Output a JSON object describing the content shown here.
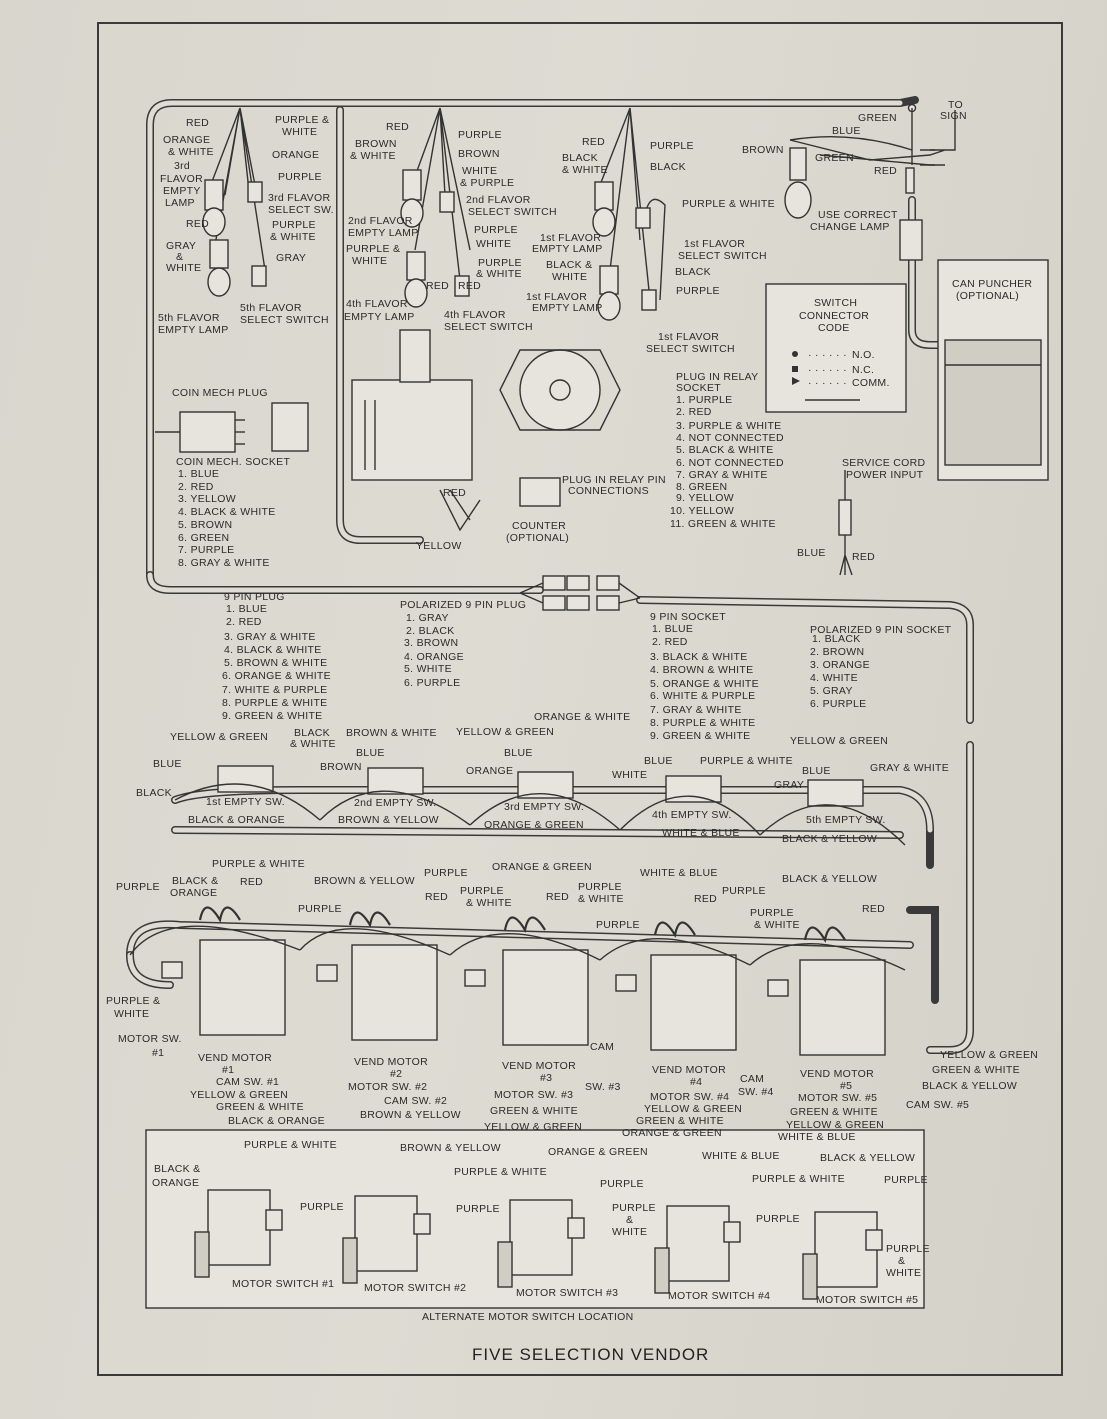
{
  "title": "FIVE SELECTION VENDOR",
  "sign": {
    "to_sign": [
      "TO",
      "SIGN"
    ],
    "green": "GREEN",
    "blue": "BLUE",
    "brown": "BROWN",
    "red": "RED",
    "lamp": [
      "USE CORRECT",
      "CHANGE LAMP"
    ]
  },
  "flavors": [
    {
      "lamp": [
        "1st FLAVOR",
        "EMPTY LAMP"
      ],
      "switch": [
        "1st FLAVOR",
        "SELECT SWITCH"
      ],
      "wires": [
        "RED",
        "BLACK & WHITE",
        "PURPLE",
        "BLACK",
        "PURPLE & WHITE",
        "BLACK & WHITE",
        "BLACK",
        "PURPLE"
      ]
    },
    {
      "lamp": [
        "2nd FLAVOR",
        "EMPTY LAMP"
      ],
      "switch": [
        "2nd FLAVOR",
        "SELECT SWITCH"
      ],
      "wires": [
        "RED",
        "BROWN & WHITE",
        "PURPLE",
        "BROWN",
        "WHITE & PURPLE",
        "PURPLE & WHITE",
        "WHITE",
        "PURPLE & WHITE"
      ]
    },
    {
      "lamp": [
        "3rd FLAVOR",
        "EMPTY LAMP"
      ],
      "switch": [
        "3rd FLAVOR",
        "SELECT SW."
      ],
      "wires": [
        "RED",
        "ORANGE & WHITE",
        "PURPLE & WHITE",
        "ORANGE",
        "PURPLE"
      ]
    },
    {
      "lamp": [
        "4th FLAVOR",
        "EMPTY LAMP"
      ],
      "switch": [
        "4th FLAVOR",
        "SELECT SWITCH"
      ],
      "wires": []
    },
    {
      "lamp": [
        "5th FLAVOR",
        "EMPTY LAMP"
      ],
      "switch": [
        "5th FLAVOR",
        "SELECT SWITCH"
      ],
      "wires": [
        "RED",
        "GRAY & WHITE",
        "PURPLE & WHITE",
        "GRAY"
      ]
    }
  ],
  "can_puncher": [
    "CAN PUNCHER",
    "(OPTIONAL)"
  ],
  "switch_code": {
    "title": [
      "SWITCH",
      "CONNECTOR",
      "CODE"
    ],
    "items": [
      "N.O.",
      "N.C.",
      "COMM."
    ]
  },
  "coin_mech": {
    "plug": "COIN MECH PLUG",
    "socket_title": "COIN MECH. SOCKET",
    "pins": [
      "1.  BLUE",
      "2.  RED",
      "3.  YELLOW",
      "4.  BLACK & WHITE",
      "5.  BROWN",
      "6.  GREEN",
      "7.  PURPLE",
      "8.  GRAY & WHITE"
    ]
  },
  "relay": {
    "socket_title": [
      "PLUG IN RELAY",
      "SOCKET"
    ],
    "pins": [
      "1.  PURPLE",
      "2.  RED",
      "3.  PURPLE & WHITE",
      "4.  NOT CONNECTED",
      "5.  BLACK & WHITE",
      "6.  NOT CONNECTED",
      "7.  GRAY & WHITE",
      "8.  GREEN",
      "9.  YELLOW",
      "10.  YELLOW",
      "11.  GREEN & WHITE"
    ],
    "pin_conn": [
      "PLUG IN RELAY PIN",
      "CONNECTIONS"
    ],
    "counter": [
      "COUNTER",
      "(OPTIONAL)"
    ],
    "red": "RED",
    "yellow": "YELLOW"
  },
  "service": {
    "title": [
      "SERVICE CORD",
      "POWER INPUT"
    ],
    "blue": "BLUE",
    "red": "RED"
  },
  "plugs": [
    {
      "title": "9 PIN PLUG",
      "pins": [
        "1.  BLUE",
        "2.  RED",
        "3.  GRAY & WHITE",
        "4.  BLACK & WHITE",
        "5.  BROWN & WHITE",
        "6.  ORANGE & WHITE",
        "7.  WHITE & PURPLE",
        "8.  PURPLE & WHITE",
        "9.  GREEN & WHITE"
      ]
    },
    {
      "title": "POLARIZED 9 PIN PLUG",
      "pins": [
        "1.  GRAY",
        "2.  BLACK",
        "3.  BROWN",
        "4.  ORANGE",
        "5.  WHITE",
        "6.  PURPLE"
      ]
    },
    {
      "title": "9 PIN SOCKET",
      "pins": [
        "1.  BLUE",
        "2.  RED",
        "3.  BLACK & WHITE",
        "4.  BROWN & WHITE",
        "5.  ORANGE & WHITE",
        "6.  WHITE & PURPLE",
        "7.  GRAY & WHITE",
        "8.  PURPLE & WHITE",
        "9.  GREEN & WHITE"
      ]
    },
    {
      "title": "POLARIZED 9 PIN SOCKET",
      "pins": [
        "1.  BLACK",
        "2.  BROWN",
        "3.  ORANGE",
        "4.  WHITE",
        "5.  GRAY",
        "6.  PURPLE"
      ]
    }
  ],
  "empty_switches": [
    {
      "label": "1st EMPTY SW.",
      "top": [
        "YELLOW & GREEN",
        "BLACK",
        "& WHITE",
        "BLUE",
        "BLACK"
      ],
      "bottom": "BLACK & ORANGE"
    },
    {
      "label": "2nd EMPTY SW.",
      "top": [
        "BROWN & WHITE",
        "BLUE",
        "BROWN"
      ],
      "bottom": "BROWN & YELLOW"
    },
    {
      "label": "3rd EMPTY SW.",
      "top": [
        "YELLOW & GREEN",
        "BLUE",
        "ORANGE",
        "ORANGE & WHITE"
      ],
      "bottom": "ORANGE & GREEN"
    },
    {
      "label": "4th EMPTY SW.",
      "top": [
        "BLUE",
        "WHITE",
        "PURPLE & WHITE"
      ],
      "bottom": "WHITE & BLUE"
    },
    {
      "label": "5th EMPTY SW.",
      "top": [
        "YELLOW & GREEN",
        "BLUE",
        "GRAY",
        "GRAY & WHITE"
      ],
      "bottom": "BLACK & YELLOW"
    }
  ],
  "motors": [
    {
      "motor": [
        "VEND MOTOR",
        "#1"
      ],
      "motor_sw": [
        "MOTOR SW.",
        "#1"
      ],
      "cam": "CAM SW. #1",
      "wires": [
        "PURPLE",
        "BLACK &",
        "ORANGE",
        "PURPLE & WHITE",
        "RED",
        "PURPLE &",
        "WHITE",
        "YELLOW & GREEN",
        "GREEN & WHITE",
        "BLACK & ORANGE"
      ]
    },
    {
      "motor": [
        "VEND MOTOR",
        "#2"
      ],
      "motor_sw": "MOTOR SW. #2",
      "cam": "CAM SW. #2",
      "wires": [
        "BROWN & YELLOW",
        "PURPLE",
        "RED",
        "BROWN & YELLOW"
      ]
    },
    {
      "motor": [
        "VEND MOTOR",
        "#3"
      ],
      "motor_sw": "MOTOR SW. #3",
      "cam": [
        "CAM",
        "SW. #3"
      ],
      "wires": [
        "PURPLE",
        "PURPLE",
        "& WHITE",
        "ORANGE & GREEN",
        "RED",
        "GREEN & WHITE",
        "YELLOW & GREEN"
      ]
    },
    {
      "motor": [
        "VEND MOTOR",
        "#4"
      ],
      "motor_sw": "MOTOR SW. #4",
      "cam": [
        "CAM",
        "SW. #4"
      ],
      "wires": [
        "PURPLE",
        "& WHITE",
        "WHITE & BLUE",
        "RED",
        "PURPLE",
        "YELLOW & GREEN",
        "GREEN & WHITE",
        "ORANGE & GREEN"
      ]
    },
    {
      "motor": [
        "VEND MOTOR",
        "#5"
      ],
      "motor_sw": "MOTOR SW. #5",
      "cam": "CAM SW. #5",
      "wires": [
        "PURPLE",
        "PURPLE",
        "& WHITE",
        "BLACK & YELLOW",
        "RED",
        "GREEN & WHITE",
        "YELLOW & GREEN",
        "WHITE & BLUE",
        "YELLOW & GREEN",
        "GREEN & WHITE",
        "BLACK & YELLOW"
      ]
    }
  ],
  "alternate": {
    "title": "ALTERNATE MOTOR SWITCH LOCATION",
    "switches": [
      {
        "label": "MOTOR SWITCH #1",
        "wires": [
          "PURPLE & WHITE",
          "BLACK &",
          "ORANGE",
          "PURPLE"
        ]
      },
      {
        "label": "MOTOR SWITCH #2",
        "wires": [
          "BROWN & YELLOW",
          "PURPLE & WHITE",
          "PURPLE"
        ]
      },
      {
        "label": "MOTOR SWITCH #3",
        "wires": [
          "ORANGE & GREEN",
          "PURPLE",
          "PURPLE",
          "&",
          "WHITE"
        ]
      },
      {
        "label": "MOTOR SWITCH #4",
        "wires": [
          "WHITE & BLUE",
          "PURPLE & WHITE",
          "PURPLE"
        ]
      },
      {
        "label": "MOTOR SWITCH #5",
        "wires": [
          "BLACK & YELLOW",
          "PURPLE",
          "PURPLE",
          "&",
          "WHITE"
        ]
      }
    ]
  }
}
